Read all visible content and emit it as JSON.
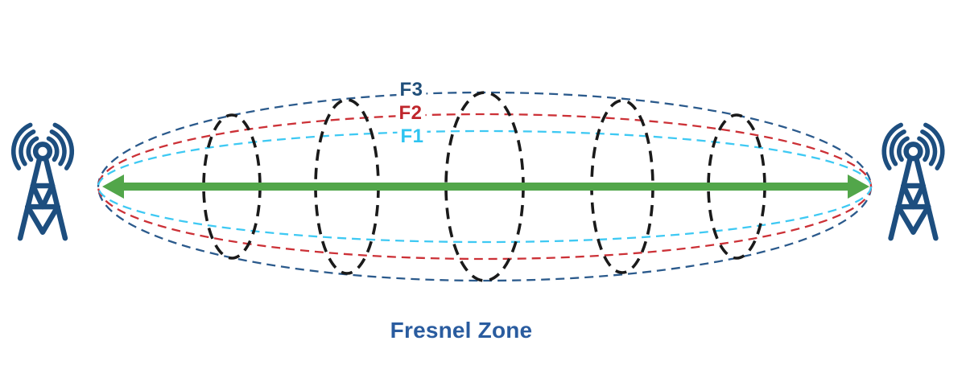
{
  "diagram": {
    "title": "Fresnel Zone",
    "zone_labels": {
      "f1": "F1",
      "f2": "F2",
      "f3": "F3"
    },
    "zones": [
      {
        "name": "F1",
        "color": "#3cc7f2"
      },
      {
        "name": "F2",
        "color": "#cc3137"
      },
      {
        "name": "F3",
        "color": "#2b5a8c"
      }
    ],
    "cross_section_count": 5,
    "left_endpoint_icon": "radio-tower-icon",
    "right_endpoint_icon": "radio-tower-icon"
  },
  "colors": {
    "f1_line": "#3ec9f3",
    "f2_line": "#cc3137",
    "f3_line": "#2b5a8c",
    "f1_label": "#2ec4f1",
    "f2_label": "#bf262c",
    "f3_label": "#1f4e79",
    "arrow_green": "#52a64a",
    "tower_blue": "#1d4e7f",
    "cross_section_black": "#1a1a1a",
    "title_blue": "#2a5c9f",
    "background": "#ffffff"
  }
}
